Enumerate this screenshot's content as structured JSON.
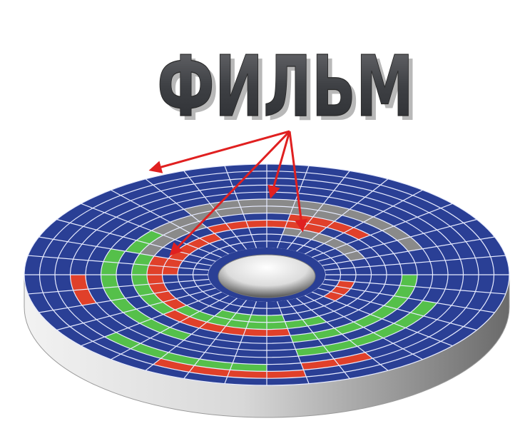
{
  "title": {
    "text": "ФИЛЬМ"
  },
  "colors": {
    "background": "#ffffff",
    "platter": "#2a3f95",
    "grid": "#e8ecff",
    "fragment_red": "#e0402a",
    "fragment_green": "#55c04a",
    "fragment_gray": "#8a8a8a",
    "arrow": "#e02020",
    "edge_light": "#f0f0f0",
    "edge_dark": "#7a7a7a"
  },
  "disk": {
    "tracks": 12,
    "sectors": 36,
    "arrow_count": 4,
    "segments": [
      {
        "track": 10,
        "from": 8,
        "to": 12,
        "color": "red"
      },
      {
        "track": 8,
        "from": 16,
        "to": 18,
        "color": "red"
      },
      {
        "track": 1,
        "from": 1,
        "to": 4,
        "color": "red"
      },
      {
        "track": 2,
        "from": 18,
        "to": 24,
        "color": "red"
      },
      {
        "track": 3,
        "from": 24,
        "to": 30,
        "color": "red"
      },
      {
        "track": 4,
        "from": 8,
        "to": 14,
        "color": "red"
      },
      {
        "track": 3,
        "from": 14,
        "to": 20,
        "color": "red"
      },
      {
        "track": 4,
        "from": 28,
        "to": 32,
        "color": "red"
      },
      {
        "track": 9,
        "from": 6,
        "to": 8,
        "color": "red"
      },
      {
        "track": 2,
        "from": 8,
        "to": 12,
        "color": "green"
      },
      {
        "track": 3,
        "from": 6,
        "to": 14,
        "color": "green"
      },
      {
        "track": 4,
        "from": 14,
        "to": 20,
        "color": "green"
      },
      {
        "track": 5,
        "from": 0,
        "to": 8,
        "color": "green"
      },
      {
        "track": 6,
        "from": 12,
        "to": 20,
        "color": "green"
      },
      {
        "track": 7,
        "from": 2,
        "to": 8,
        "color": "green"
      },
      {
        "track": 5,
        "from": 20,
        "to": 22,
        "color": "green"
      },
      {
        "track": 9,
        "from": 9,
        "to": 14,
        "color": "green"
      },
      {
        "track": 2,
        "from": 28,
        "to": 34,
        "color": "gray"
      },
      {
        "track": 5,
        "from": 22,
        "to": 30,
        "color": "gray"
      },
      {
        "track": 6,
        "from": 24,
        "to": 34,
        "color": "gray"
      },
      {
        "track": 4,
        "from": 20,
        "to": 24,
        "color": "gray"
      }
    ]
  }
}
